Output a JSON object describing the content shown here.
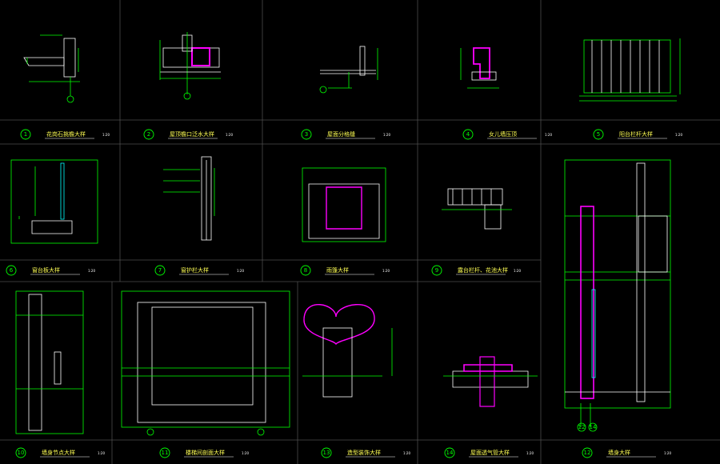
{
  "sheet": {
    "background": "#000000",
    "grid_color": "#4d4d4d",
    "detail_color": "#ffffff",
    "dim_color": "#00ff00",
    "accent_color": "#ff00ff",
    "title_color": "#ffff55"
  },
  "details": [
    {
      "id": "d1",
      "number": "1",
      "title": "花岗石挑檐大样",
      "scale": "1:20"
    },
    {
      "id": "d2",
      "number": "2",
      "title": "屋顶檐口泛水大样",
      "scale": "1:20"
    },
    {
      "id": "d3",
      "number": "3",
      "title": "屋面分格缝",
      "scale": "1:20"
    },
    {
      "id": "d4",
      "number": "4",
      "title": "女儿墙压顶",
      "scale": "1:20"
    },
    {
      "id": "d5",
      "number": "5",
      "title": "阳台栏杆大样",
      "scale": "1:20"
    },
    {
      "id": "d6",
      "number": "6",
      "title": "窗台板大样",
      "scale": "1:20"
    },
    {
      "id": "d7",
      "number": "7",
      "title": "窗护栏大样",
      "scale": "1:20"
    },
    {
      "id": "d8",
      "number": "8",
      "title": "雨篷大样",
      "scale": "1:20"
    },
    {
      "id": "d9",
      "number": "9",
      "title": "露台栏杆、花池大样",
      "scale": "1:20"
    },
    {
      "id": "d10",
      "number": "10",
      "title": "墙身节点大样",
      "scale": "1:20"
    },
    {
      "id": "d11",
      "number": "11",
      "title": "楼梯间剖面大样",
      "scale": "1:20"
    },
    {
      "id": "d12",
      "number": "12",
      "title": "墙身大样",
      "scale": "1:20"
    },
    {
      "id": "d13",
      "number": "13",
      "title": "造型装饰大样",
      "scale": "1:20"
    },
    {
      "id": "d14",
      "number": "14",
      "title": "屋面透气管大样",
      "scale": "1:20"
    }
  ],
  "section_markers": [
    "12",
    "14"
  ]
}
